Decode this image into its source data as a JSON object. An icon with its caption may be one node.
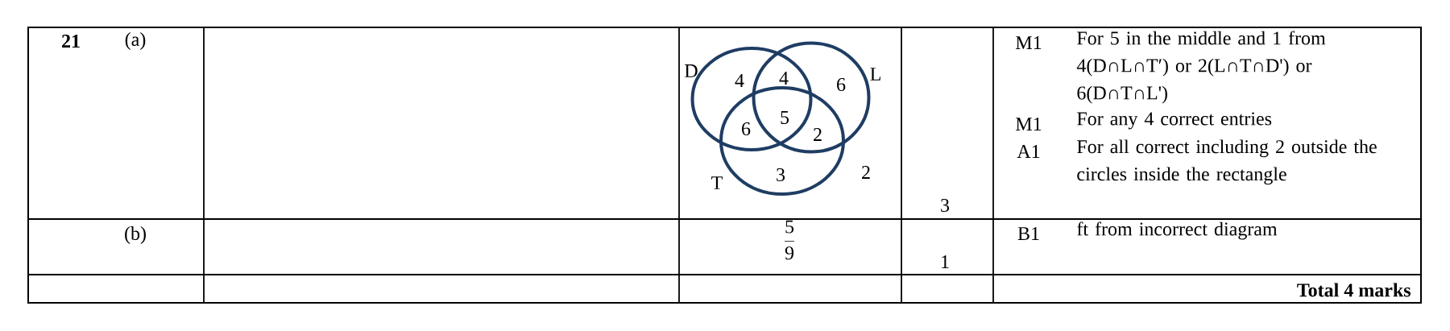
{
  "diagram": {
    "nodes": [
      {
        "text": [
          "D"
        ]
      },
      {
        "text": [
          "L"
        ]
      },
      {
        "text": [
          "T"
        ]
      }
    ],
    "labels": [
      "21",
      "(a)",
      "4",
      "4",
      "6",
      "5",
      "6",
      "2",
      "3",
      "2",
      "3",
      "M1",
      "For 5 in the middle and 1 from 4(D∩L∩T′) or 2(L∩T∩D') or 6(D∩T∩L')",
      "M1",
      "For any 4 correct entries",
      "A1",
      "For all correct including 2 outside the circles inside the rectangle",
      "(b)",
      "\\frac{5}{9}",
      "1",
      "B1",
      "ft from incorrect diagram",
      "Total 4 marks"
    ]
  }
}
